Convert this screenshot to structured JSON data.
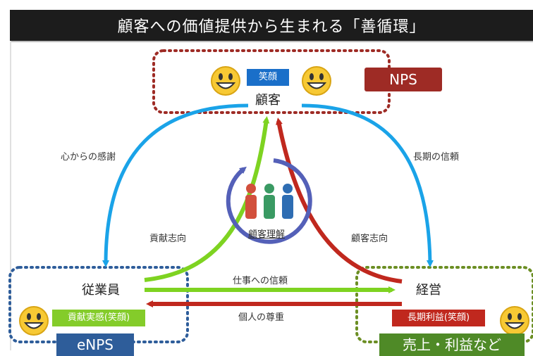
{
  "title": "顧客への価値提供から生まれる「善循環」",
  "nodes": {
    "customer": {
      "label": "顧客",
      "tag": "笑顔",
      "badge": "NPS"
    },
    "employee": {
      "label": "従業員",
      "tag": "貢献実感(笑顔)",
      "badge": "eNPS"
    },
    "management": {
      "label": "経営",
      "tag": "長期利益(笑顔)",
      "badge": "売上・利益など"
    }
  },
  "flows": {
    "heartfelt_thanks": "心からの感謝",
    "long_term_trust": "長期の信頼",
    "contribution_orientation": "貢献志向",
    "customer_orientation": "顧客志向",
    "trust_in_work": "仕事への信頼",
    "respect_for_individual": "個人の尊重"
  },
  "center": {
    "label": "顧客理解"
  },
  "colors": {
    "blue_arrow": "#1aa3e8",
    "green_arrow": "#7ed321",
    "red_arrow": "#c0281e",
    "circle_arrow": "#5460b8",
    "customer_border": "#9e2b25",
    "employee_border": "#2e5d9a",
    "management_border": "#6b8e23"
  },
  "icons": {
    "smiley": "smiley-face-icon",
    "people": "three-people-icon"
  }
}
